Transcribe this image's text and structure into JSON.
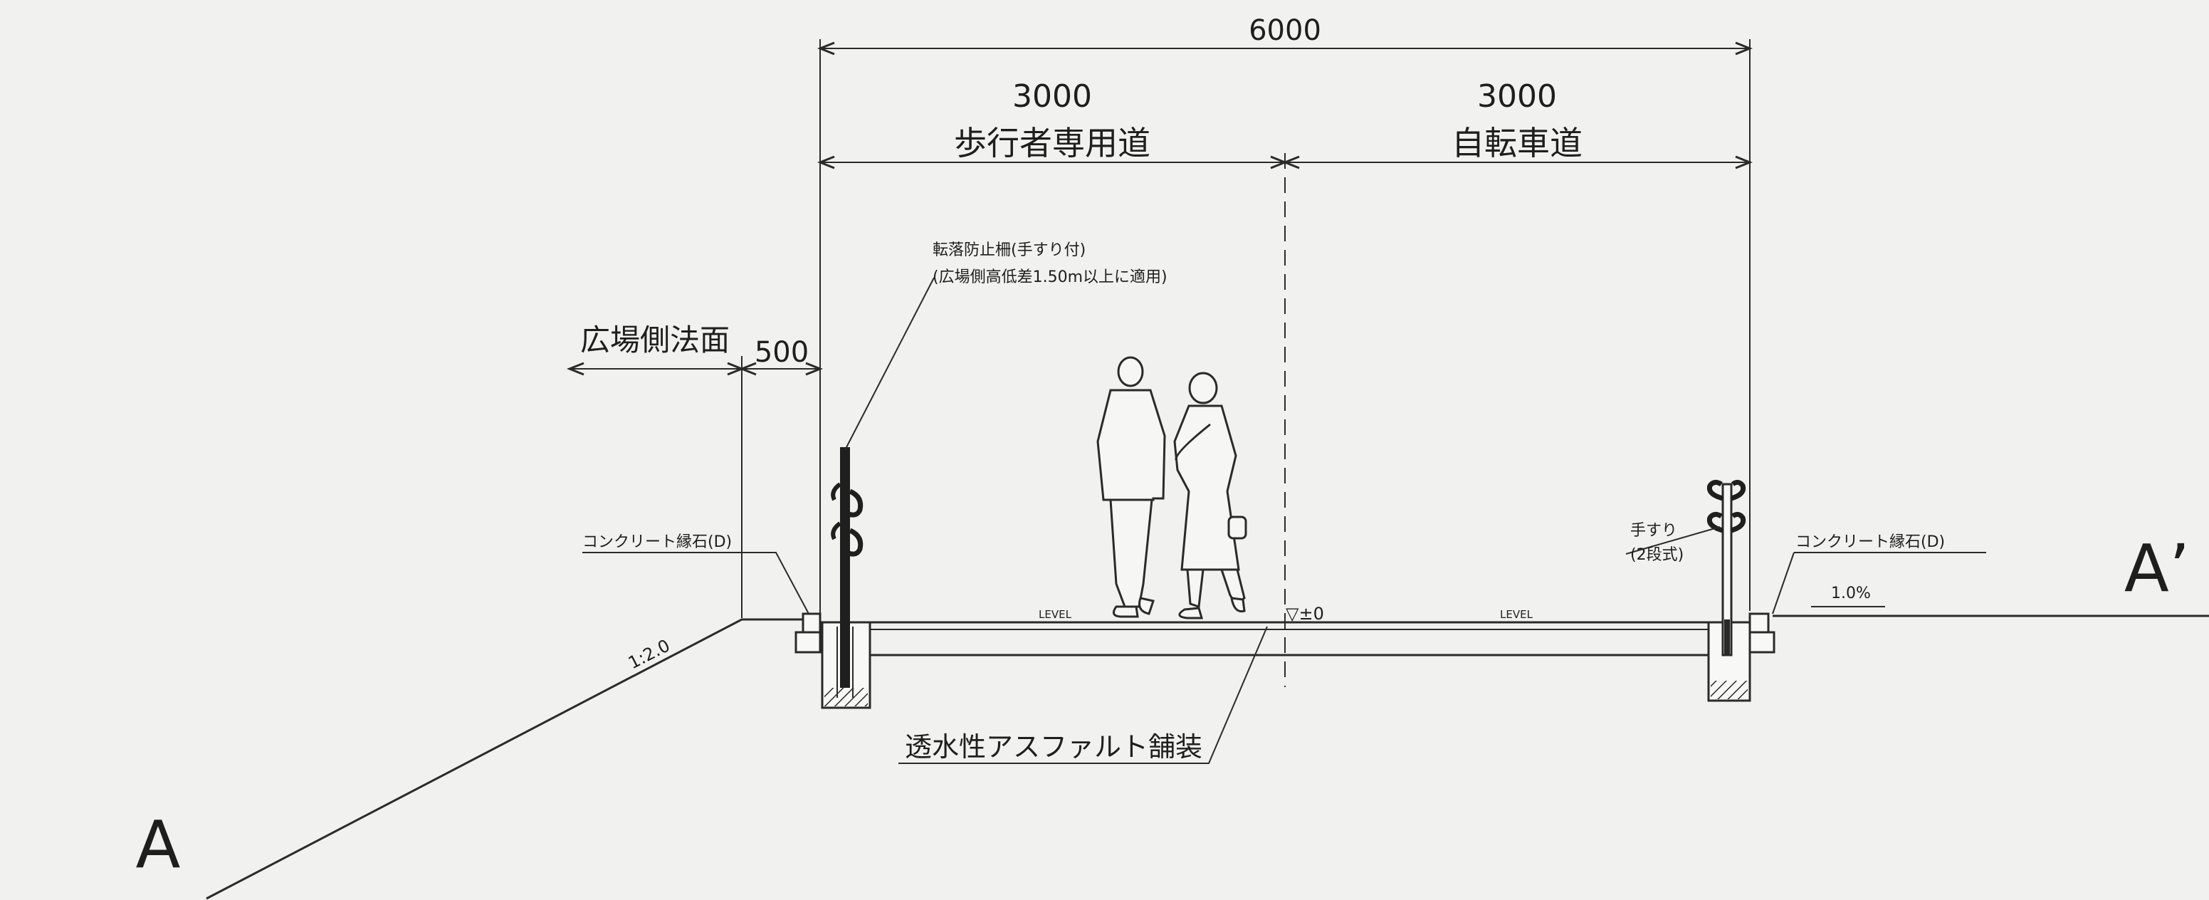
{
  "dimensions": {
    "total": "6000",
    "pedestrian_width": "3000",
    "bicycle_width": "3000",
    "slope_offset": "500"
  },
  "lanes": {
    "pedestrian": "歩行者専用道",
    "bicycle": "自転車道"
  },
  "labels": {
    "plaza_slope": "広場側法面",
    "fence_line1": "転落防止柵(手すり付)",
    "fence_line2": "(広場側高低差1.50m以上に適用)",
    "curb_left": "コンクリート縁石(D)",
    "curb_right": "コンクリート縁石(D)",
    "handrail_line1": "手すり",
    "handrail_line2": "(2段式)",
    "pavement": "透水性アスファルト舗装",
    "level_left": "LEVEL",
    "level_right": "LEVEL",
    "datum": "▽±0",
    "crossfall": "1.0%",
    "slope_ratio": "1:2.0",
    "section_start": "A",
    "section_end": "A’"
  }
}
